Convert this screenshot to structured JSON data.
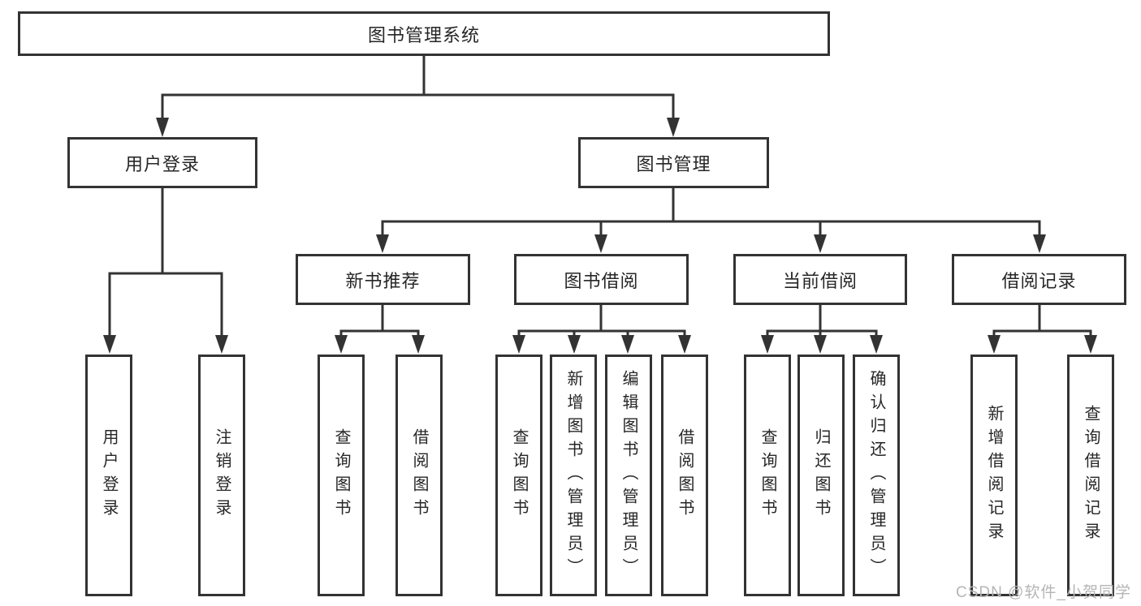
{
  "diagram": {
    "root": {
      "label": "图书管理系统"
    },
    "branches": [
      {
        "label": "用户登录",
        "leaves": [
          {
            "label": "用户登录"
          },
          {
            "label": "注销登录"
          }
        ]
      },
      {
        "label": "图书管理",
        "sections": [
          {
            "label": "新书推荐",
            "leaves": [
              {
                "label": "查询图书"
              },
              {
                "label": "借阅图书"
              }
            ]
          },
          {
            "label": "图书借阅",
            "leaves": [
              {
                "label": "查询图书"
              },
              {
                "label": "新增图书（管理员）"
              },
              {
                "label": "编辑图书（管理员）"
              },
              {
                "label": "借阅图书"
              }
            ]
          },
          {
            "label": "当前借阅",
            "leaves": [
              {
                "label": "查询图书"
              },
              {
                "label": "归还图书"
              },
              {
                "label": "确认归还（管理员）"
              }
            ]
          },
          {
            "label": "借阅记录",
            "leaves": [
              {
                "label": "新增借阅记录"
              },
              {
                "label": "查询借阅记录"
              }
            ]
          }
        ]
      }
    ]
  },
  "watermark": {
    "text": "CSDN @软件_小贺同学"
  },
  "colors": {
    "line": "#333333",
    "text": "#262626",
    "background": "#ffffff",
    "watermark": "#b5b5b5"
  }
}
